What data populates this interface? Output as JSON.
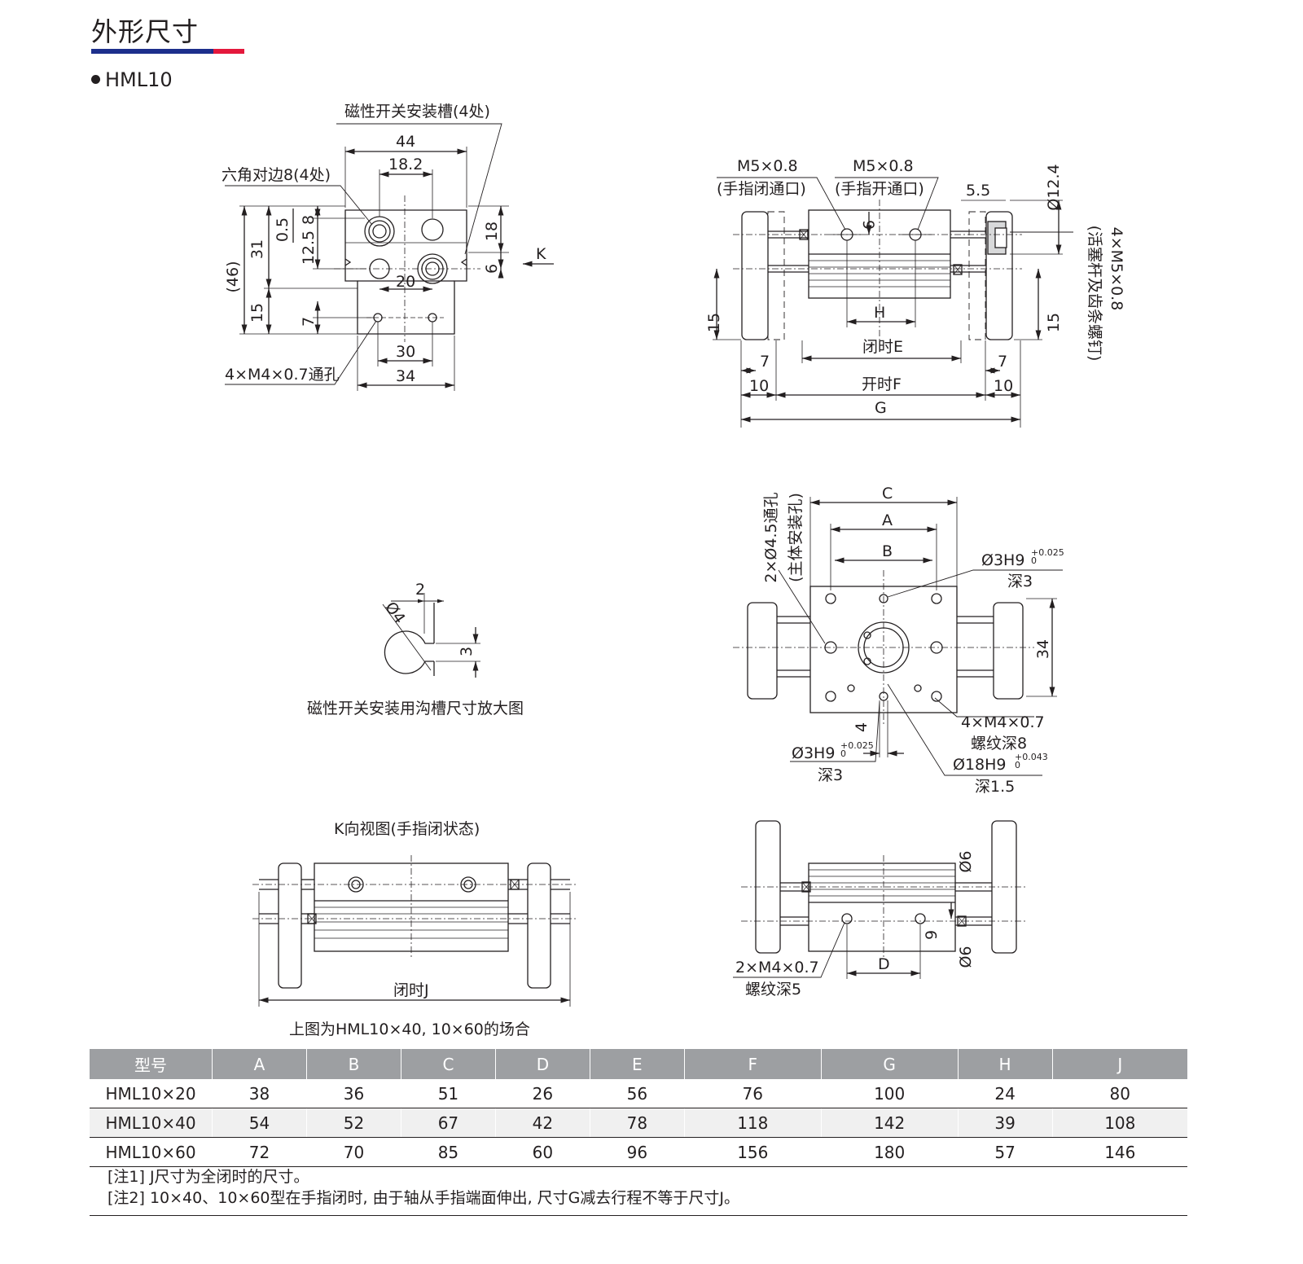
{
  "header": {
    "title": "外形尺寸",
    "model": "HML10",
    "bar_colors": {
      "blue": "#1d2f8c",
      "red": "#e4183c"
    }
  },
  "views": {
    "front": {
      "slot_label": "磁性开关安装槽(4处)",
      "hex_label": "六角对边8(4处)",
      "hole_label": "4×M4×0.7通孔",
      "k_label": "K",
      "dims": {
        "d44": "44",
        "d18_2": "18.2",
        "d46": "(46)",
        "d31": "31",
        "d0_5": "0.5",
        "d8": "8",
        "d12_5": "12.5",
        "d18": "18",
        "d6": "6",
        "d20": "20",
        "d15": "15",
        "d7": "7",
        "d30": "30",
        "d34": "34"
      }
    },
    "top": {
      "port_close_size": "M5×0.8",
      "port_close_label": "(手指闭通口)",
      "port_open_size": "M5×0.8",
      "port_open_label": "(手指开通口)",
      "piston_label": "4×M5×0.8",
      "piston_sub": "(活塞杆及齿条螺钉)",
      "dims": {
        "d5_5": "5.5",
        "d12_4": "Ø12.4",
        "d9": "9",
        "H": "H",
        "E": "闭时E",
        "F": "开时F",
        "G": "G",
        "d15l": "15",
        "d15r": "15",
        "d7l": "7",
        "d7r": "7",
        "d10l": "10",
        "d10r": "10"
      }
    },
    "groove": {
      "caption": "磁性开关安装用沟槽尺寸放大图",
      "dims": {
        "d2": "2",
        "d4": "Ø4",
        "d3": "3"
      }
    },
    "bottom": {
      "mount_label": "2×Ø4.5通孔",
      "mount_sub": "(主体安装孔)",
      "pin1_label": "Ø3H9",
      "pin1_tol_up": "+0.025",
      "pin1_tol_low": "0",
      "pin1_depth": "深3",
      "pin2_label": "Ø3H9",
      "pin2_tol_up": "+0.025",
      "pin2_tol_low": "0",
      "pin2_depth": "深3",
      "thread_label": "4×M4×0.7",
      "thread_depth": "螺纹深8",
      "bore_label": "Ø18H9",
      "bore_tol_up": "+0.043",
      "bore_tol_low": "0",
      "bore_depth": "深1.5",
      "dims": {
        "C": "C",
        "A": "A",
        "B": "B",
        "d34": "34",
        "d4": "4"
      }
    },
    "kview": {
      "title": "K向视图(手指闭状态)",
      "J": "闭时J",
      "note": "上图为HML10×40, 10×60的场合"
    },
    "side": {
      "thread_label": "2×M4×0.7",
      "thread_depth": "螺纹深5",
      "dims": {
        "d6a": "Ø6",
        "d6b": "Ø6",
        "d9": "9",
        "D": "D"
      }
    }
  },
  "table": {
    "headers": [
      "型号",
      "A",
      "B",
      "C",
      "D",
      "E",
      "F",
      "G",
      "H",
      "J"
    ],
    "rows": [
      [
        "HML10×20",
        "38",
        "36",
        "51",
        "26",
        "56",
        "76",
        "100",
        "24",
        "80"
      ],
      [
        "HML10×40",
        "54",
        "52",
        "67",
        "42",
        "78",
        "118",
        "142",
        "39",
        "108"
      ],
      [
        "HML10×60",
        "72",
        "70",
        "85",
        "60",
        "96",
        "156",
        "180",
        "57",
        "146"
      ]
    ]
  },
  "notes": [
    "[注1] J尺寸为全闭时的尺寸。",
    "[注2] 10×40、10×60型在手指闭时, 由于轴从手指端面伸出, 尺寸G减去行程不等于尺寸J。"
  ]
}
